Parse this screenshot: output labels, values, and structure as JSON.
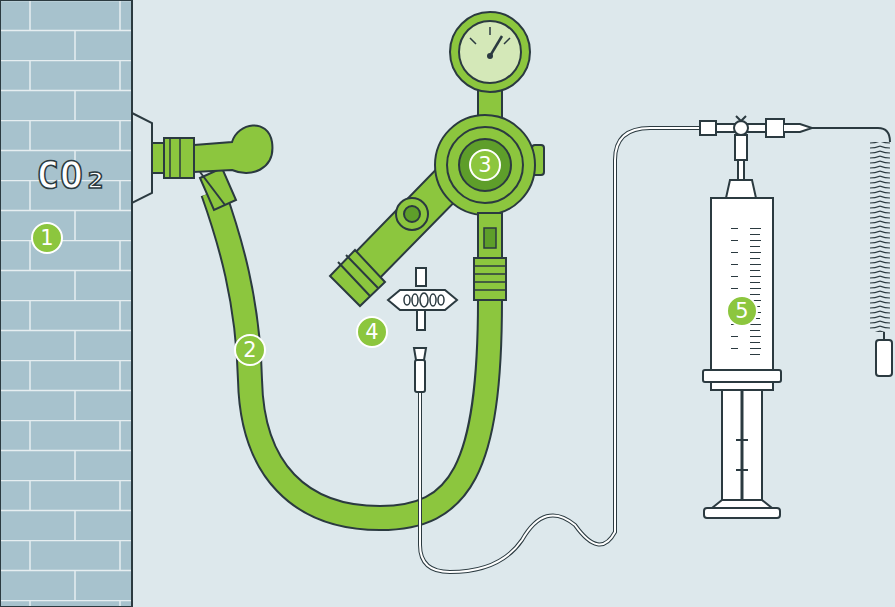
{
  "diagram": {
    "labels": [
      "CO₂",
      "1",
      "2",
      "3",
      "4",
      "5"
    ]
  }
}
